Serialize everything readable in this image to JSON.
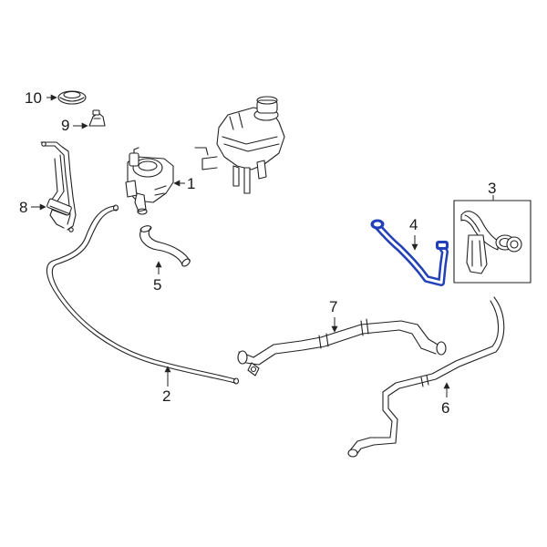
{
  "callouts": {
    "c1": "1",
    "c2": "2",
    "c3": "3",
    "c4": "4",
    "c5": "5",
    "c6": "6",
    "c7": "7",
    "c8": "8",
    "c9": "9",
    "c10": "10"
  },
  "colors": {
    "line": "#222222",
    "highlight": "#2340b8",
    "background": "#ffffff"
  }
}
